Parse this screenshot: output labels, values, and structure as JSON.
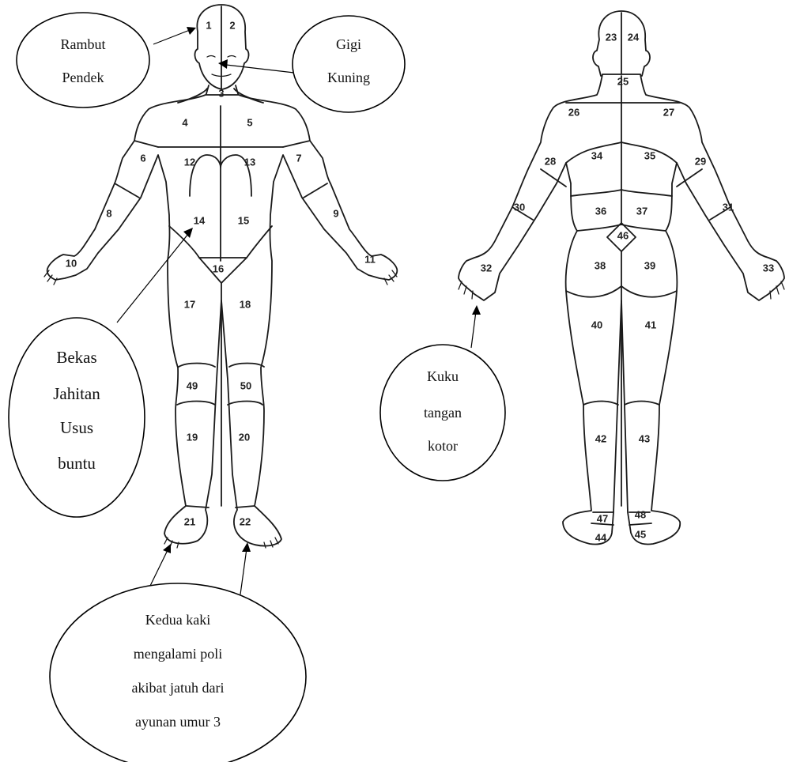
{
  "front_regions": [
    {
      "id": "1"
    },
    {
      "id": "2"
    },
    {
      "id": "3"
    },
    {
      "id": "4"
    },
    {
      "id": "5"
    },
    {
      "id": "6"
    },
    {
      "id": "7"
    },
    {
      "id": "8"
    },
    {
      "id": "9"
    },
    {
      "id": "10"
    },
    {
      "id": "11"
    },
    {
      "id": "12"
    },
    {
      "id": "13"
    },
    {
      "id": "14"
    },
    {
      "id": "15"
    },
    {
      "id": "16"
    },
    {
      "id": "17"
    },
    {
      "id": "18"
    },
    {
      "id": "49"
    },
    {
      "id": "50"
    },
    {
      "id": "19"
    },
    {
      "id": "20"
    },
    {
      "id": "21"
    },
    {
      "id": "22"
    }
  ],
  "back_regions": [
    {
      "id": "23"
    },
    {
      "id": "24"
    },
    {
      "id": "25"
    },
    {
      "id": "26"
    },
    {
      "id": "27"
    },
    {
      "id": "28"
    },
    {
      "id": "29"
    },
    {
      "id": "30"
    },
    {
      "id": "31"
    },
    {
      "id": "32"
    },
    {
      "id": "33"
    },
    {
      "id": "34"
    },
    {
      "id": "35"
    },
    {
      "id": "36"
    },
    {
      "id": "37"
    },
    {
      "id": "46"
    },
    {
      "id": "38"
    },
    {
      "id": "39"
    },
    {
      "id": "40"
    },
    {
      "id": "41"
    },
    {
      "id": "42"
    },
    {
      "id": "43"
    },
    {
      "id": "47"
    },
    {
      "id": "48"
    },
    {
      "id": "44"
    },
    {
      "id": "45"
    }
  ],
  "annotations": {
    "hair": [
      "Rambut",
      "Pendek"
    ],
    "teeth": [
      "Gigi",
      "Kuning"
    ],
    "scar": [
      "Bekas",
      "Jahitan",
      "Usus",
      "buntu"
    ],
    "nails": [
      "Kuku",
      "tangan",
      "kotor"
    ],
    "feet": [
      "Kedua kaki",
      "mengalami poli",
      "akibat jatuh dari",
      "ayunan umur 3"
    ]
  }
}
